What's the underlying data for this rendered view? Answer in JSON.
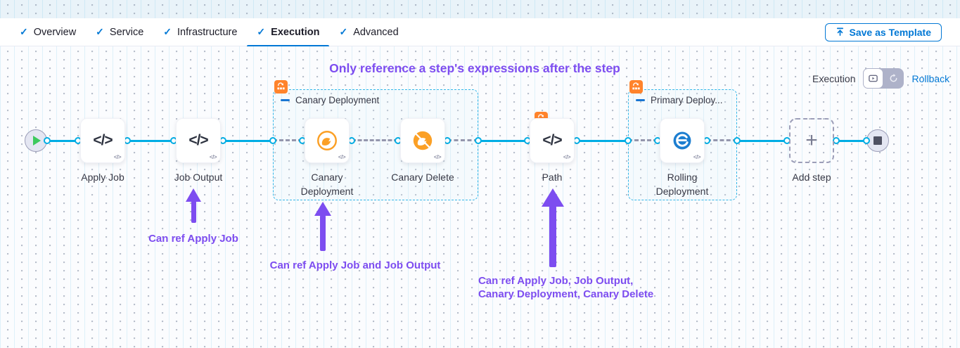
{
  "tabs": {
    "items": [
      {
        "label": "Overview"
      },
      {
        "label": "Service"
      },
      {
        "label": "Infrastructure"
      },
      {
        "label": "Execution"
      },
      {
        "label": "Advanced"
      }
    ],
    "active": "Execution",
    "save_label": "Save as Template"
  },
  "toolbar": {
    "mode_label": "Execution",
    "rollback_label": "Rollback"
  },
  "annotations": {
    "title": "Only reference a step's expressions after the step",
    "note1": "Can ref Apply Job",
    "note2": "Can ref Apply Job and Job Output",
    "note3_line1": "Can ref Apply Job, Job Output,",
    "note3_line2": "Canary Deployment, Canary Delete"
  },
  "pipeline": {
    "steps": [
      {
        "label": "Apply Job",
        "icon": "code-step-icon"
      },
      {
        "label": "Job Output",
        "icon": "code-step-icon"
      },
      {
        "label": "Canary Deployment",
        "icon": "canary-icon"
      },
      {
        "label": "Canary Delete",
        "icon": "canary-delete-icon"
      },
      {
        "label": "Path",
        "icon": "code-step-icon"
      },
      {
        "label": "Rolling Deployment",
        "icon": "rolling-deployment-icon"
      }
    ],
    "groups": [
      {
        "label": "Canary Deployment"
      },
      {
        "label": "Primary Deploy..."
      }
    ],
    "add_step_label": "Add step"
  },
  "icons": {
    "check": "✓",
    "code": "</>",
    "plus": "+"
  },
  "colors": {
    "accent_blue": "#0278D5",
    "flow_blue": "#00ADE4",
    "annotation_purple": "#7D4DF0",
    "badge_orange": "#FF832B",
    "canary_orange": "#FBA026",
    "rolling_blue": "#1C7ED0"
  }
}
